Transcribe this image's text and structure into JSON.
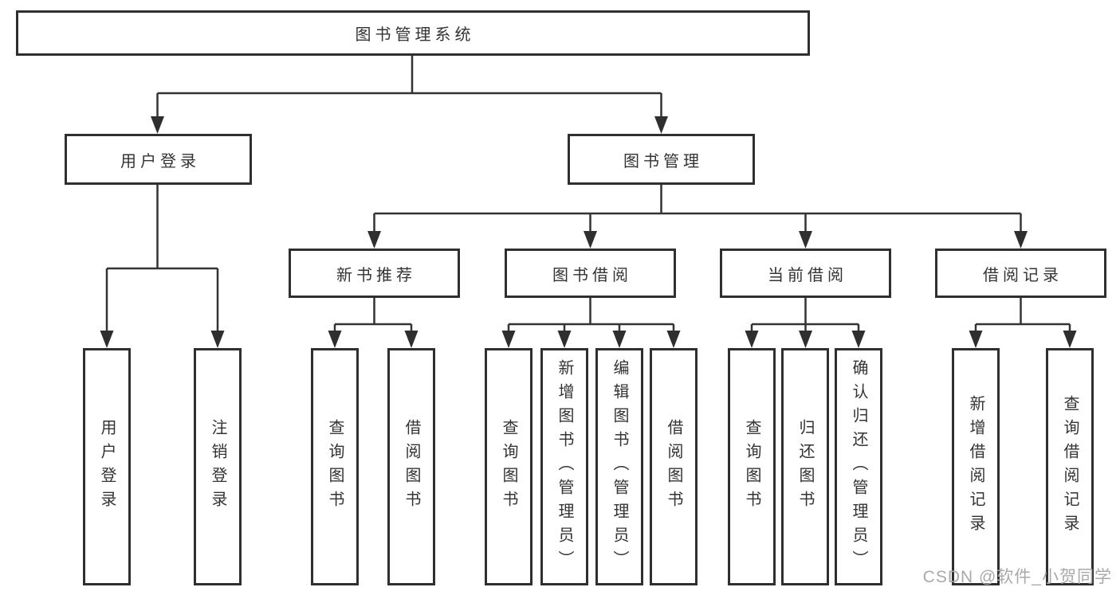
{
  "diagram": {
    "type": "hierarchy-tree",
    "watermark": "CSDN @软件_小贺同学",
    "colors": {
      "line": "#333333",
      "box_border": "#2f2f2f",
      "text": "#333333",
      "background": "#ffffff",
      "watermark": "#a9a9a9"
    },
    "root": {
      "label": "图书管理系统",
      "children": [
        {
          "label": "用户登录",
          "children": [
            {
              "label": "用户登录"
            },
            {
              "label": "注销登录"
            }
          ]
        },
        {
          "label": "图书管理",
          "children": [
            {
              "label": "新书推荐",
              "children": [
                {
                  "label": "查询图书"
                },
                {
                  "label": "借阅图书"
                }
              ]
            },
            {
              "label": "图书借阅",
              "children": [
                {
                  "label": "查询图书"
                },
                {
                  "label": "新增图书（管理员）"
                },
                {
                  "label": "编辑图书（管理员）"
                },
                {
                  "label": "借阅图书"
                }
              ]
            },
            {
              "label": "当前借阅",
              "children": [
                {
                  "label": "查询图书"
                },
                {
                  "label": "归还图书"
                },
                {
                  "label": "确认归还（管理员）"
                }
              ]
            },
            {
              "label": "借阅记录",
              "children": [
                {
                  "label": "新增借阅记录"
                },
                {
                  "label": "查询借阅记录"
                }
              ]
            }
          ]
        }
      ]
    }
  }
}
